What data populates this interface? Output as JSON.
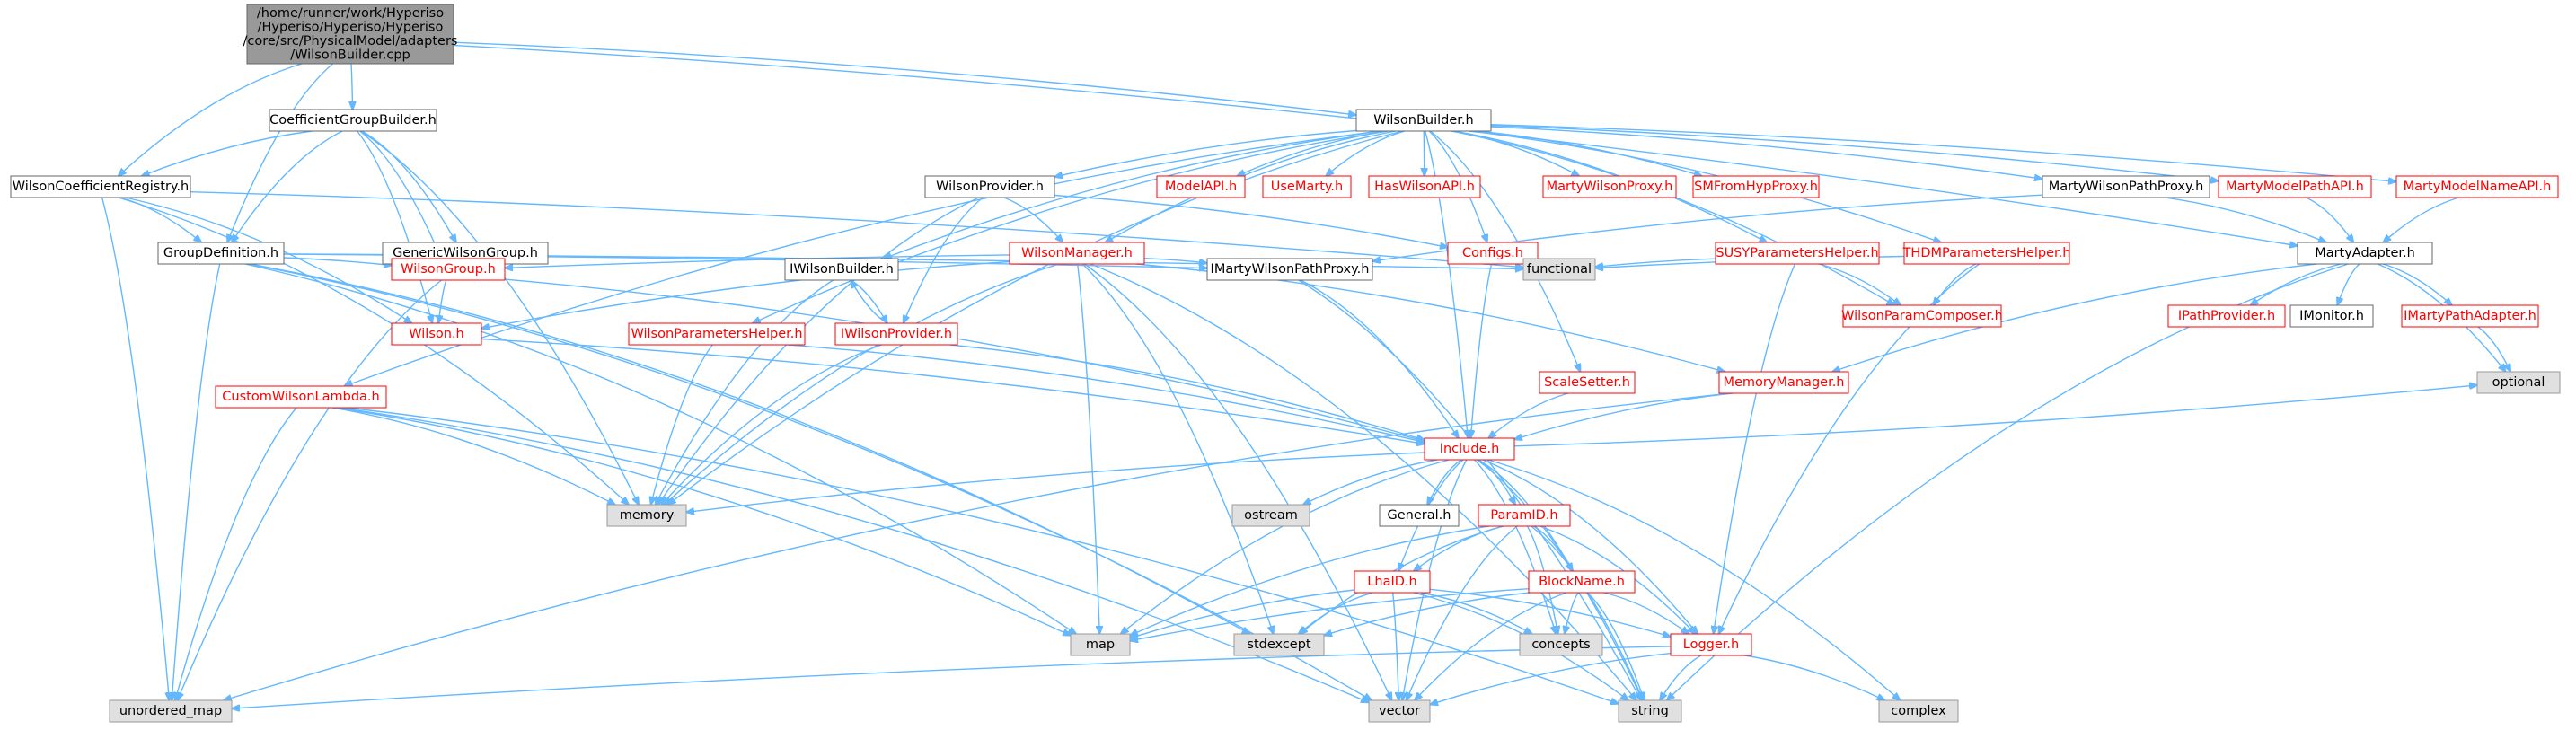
{
  "colors": {
    "edge": "#63b8ff",
    "root_fill": "#999999",
    "root_border": "#666666",
    "file_fill": "#ffffff",
    "file_border": "#666666",
    "red_border": "#ff0000",
    "red_text": "#ff0000",
    "system_fill": "#e0e0e0",
    "system_border": "#999999",
    "text": "#000000"
  },
  "nodes": [
    {
      "id": "root",
      "kind": "root",
      "lines": [
        "/home/runner/work/Hyperiso",
        "/Hyperiso/Hyperiso/Hyperiso",
        "/core/src/PhysicalModel/adapters",
        "/WilsonBuilder.cpp"
      ]
    },
    {
      "id": "CoefficientGroupBuilder",
      "kind": "file",
      "lines": [
        "CoefficientGroupBuilder.h"
      ]
    },
    {
      "id": "WilsonBuilder",
      "kind": "file",
      "lines": [
        "WilsonBuilder.h"
      ]
    },
    {
      "id": "WilsonCoefficientRegistry",
      "kind": "file",
      "lines": [
        "WilsonCoefficientRegistry.h"
      ]
    },
    {
      "id": "GroupDefinition",
      "kind": "file",
      "lines": [
        "GroupDefinition.h"
      ]
    },
    {
      "id": "GenericWilsonGroup",
      "kind": "file",
      "lines": [
        "GenericWilsonGroup.h"
      ]
    },
    {
      "id": "WilsonGroup",
      "kind": "red",
      "lines": [
        "WilsonGroup.h"
      ]
    },
    {
      "id": "Wilson",
      "kind": "red",
      "lines": [
        "Wilson.h"
      ]
    },
    {
      "id": "WilsonProvider",
      "kind": "file",
      "lines": [
        "WilsonProvider.h"
      ]
    },
    {
      "id": "WilsonManager",
      "kind": "red",
      "lines": [
        "WilsonManager.h"
      ]
    },
    {
      "id": "IWilsonBuilder",
      "kind": "file",
      "lines": [
        "IWilsonBuilder.h"
      ]
    },
    {
      "id": "IWilsonProvider",
      "kind": "red",
      "lines": [
        "IWilsonProvider.h"
      ]
    },
    {
      "id": "WilsonParametersHelper",
      "kind": "red",
      "lines": [
        "WilsonParametersHelper.h"
      ]
    },
    {
      "id": "CustomWilsonLambda",
      "kind": "red",
      "lines": [
        "CustomWilsonLambda.h"
      ]
    },
    {
      "id": "ModelAPI",
      "kind": "red",
      "lines": [
        "ModelAPI.h"
      ]
    },
    {
      "id": "UseMarty",
      "kind": "red",
      "lines": [
        "UseMarty.h"
      ]
    },
    {
      "id": "HasWilsonAPI",
      "kind": "red",
      "lines": [
        "HasWilsonAPI.h"
      ]
    },
    {
      "id": "MartyWilsonProxy",
      "kind": "red",
      "lines": [
        "MartyWilsonProxy.h"
      ]
    },
    {
      "id": "SMFromHypProxy",
      "kind": "red",
      "lines": [
        "SMFromHypProxy.h"
      ]
    },
    {
      "id": "Configs",
      "kind": "red",
      "lines": [
        "Configs.h"
      ]
    },
    {
      "id": "IMartyWilsonPathProxy",
      "kind": "file",
      "lines": [
        "IMartyWilsonPathProxy.h"
      ]
    },
    {
      "id": "functional",
      "kind": "system",
      "lines": [
        "functional"
      ]
    },
    {
      "id": "SUSYParametersHelper",
      "kind": "red",
      "lines": [
        "SUSYParametersHelper.h"
      ]
    },
    {
      "id": "THDMParametersHelper",
      "kind": "red",
      "lines": [
        "THDMParametersHelper.h"
      ]
    },
    {
      "id": "WilsonParamComposer",
      "kind": "red",
      "lines": [
        "WilsonParamComposer.h"
      ]
    },
    {
      "id": "MartyWilsonPathProxy",
      "kind": "file",
      "lines": [
        "MartyWilsonPathProxy.h"
      ]
    },
    {
      "id": "MartyModelPathAPI",
      "kind": "red",
      "lines": [
        "MartyModelPathAPI.h"
      ]
    },
    {
      "id": "MartyModelNameAPI",
      "kind": "red",
      "lines": [
        "MartyModelNameAPI.h"
      ]
    },
    {
      "id": "MartyAdapter",
      "kind": "file",
      "lines": [
        "MartyAdapter.h"
      ]
    },
    {
      "id": "IPathProvider",
      "kind": "red",
      "lines": [
        "IPathProvider.h"
      ]
    },
    {
      "id": "IMonitor",
      "kind": "file",
      "lines": [
        "IMonitor.h"
      ]
    },
    {
      "id": "IMartyPathAdapter",
      "kind": "red",
      "lines": [
        "IMartyPathAdapter.h"
      ]
    },
    {
      "id": "optional",
      "kind": "system",
      "lines": [
        "optional"
      ]
    },
    {
      "id": "ScaleSetter",
      "kind": "red",
      "lines": [
        "ScaleSetter.h"
      ]
    },
    {
      "id": "MemoryManager",
      "kind": "red",
      "lines": [
        "MemoryManager.h"
      ]
    },
    {
      "id": "Include",
      "kind": "red",
      "lines": [
        "Include.h"
      ]
    },
    {
      "id": "memory",
      "kind": "system",
      "lines": [
        "memory"
      ]
    },
    {
      "id": "ostream",
      "kind": "system",
      "lines": [
        "ostream"
      ]
    },
    {
      "id": "General",
      "kind": "file",
      "lines": [
        "General.h"
      ]
    },
    {
      "id": "ParamID",
      "kind": "red",
      "lines": [
        "ParamID.h"
      ]
    },
    {
      "id": "LhaID",
      "kind": "red",
      "lines": [
        "LhaID.h"
      ]
    },
    {
      "id": "BlockName",
      "kind": "red",
      "lines": [
        "BlockName.h"
      ]
    },
    {
      "id": "map",
      "kind": "system",
      "lines": [
        "map"
      ]
    },
    {
      "id": "stdexcept",
      "kind": "system",
      "lines": [
        "stdexcept"
      ]
    },
    {
      "id": "concepts",
      "kind": "system",
      "lines": [
        "concepts"
      ]
    },
    {
      "id": "Logger",
      "kind": "red",
      "lines": [
        "Logger.h"
      ]
    },
    {
      "id": "unordered_map",
      "kind": "system",
      "lines": [
        "unordered_map"
      ]
    },
    {
      "id": "vector",
      "kind": "system",
      "lines": [
        "vector"
      ]
    },
    {
      "id": "string",
      "kind": "system",
      "lines": [
        "string"
      ]
    },
    {
      "id": "complex",
      "kind": "system",
      "lines": [
        "complex"
      ]
    }
  ],
  "edges": [
    [
      "root",
      "CoefficientGroupBuilder"
    ],
    [
      "root",
      "WilsonBuilder"
    ],
    [
      "root",
      "WilsonCoefficientRegistry"
    ],
    [
      "root",
      "GroupDefinition"
    ],
    [
      "root",
      "MartyAdapter"
    ],
    [
      "CoefficientGroupBuilder",
      "WilsonCoefficientRegistry"
    ],
    [
      "CoefficientGroupBuilder",
      "GroupDefinition"
    ],
    [
      "CoefficientGroupBuilder",
      "GenericWilsonGroup"
    ],
    [
      "CoefficientGroupBuilder",
      "WilsonGroup"
    ],
    [
      "CoefficientGroupBuilder",
      "Wilson"
    ],
    [
      "CoefficientGroupBuilder",
      "memory"
    ],
    [
      "WilsonCoefficientRegistry",
      "GroupDefinition"
    ],
    [
      "WilsonCoefficientRegistry",
      "Wilson"
    ],
    [
      "WilsonCoefficientRegistry",
      "functional"
    ],
    [
      "WilsonCoefficientRegistry",
      "memory"
    ],
    [
      "WilsonCoefficientRegistry",
      "unordered_map"
    ],
    [
      "GroupDefinition",
      "WilsonGroup"
    ],
    [
      "GroupDefinition",
      "functional"
    ],
    [
      "GroupDefinition",
      "IMartyWilsonPathProxy"
    ],
    [
      "GroupDefinition",
      "map"
    ],
    [
      "GroupDefinition",
      "stdexcept"
    ],
    [
      "GroupDefinition",
      "unordered_map"
    ],
    [
      "GroupDefinition",
      "vector"
    ],
    [
      "GenericWilsonGroup",
      "WilsonGroup"
    ],
    [
      "WilsonGroup",
      "Wilson"
    ],
    [
      "WilsonGroup",
      "Include"
    ],
    [
      "WilsonGroup",
      "unordered_map"
    ],
    [
      "Wilson",
      "Include"
    ],
    [
      "WilsonBuilder",
      "WilsonProvider"
    ],
    [
      "WilsonBuilder",
      "ModelAPI"
    ],
    [
      "WilsonBuilder",
      "UseMarty"
    ],
    [
      "WilsonBuilder",
      "HasWilsonAPI"
    ],
    [
      "WilsonBuilder",
      "MartyWilsonProxy"
    ],
    [
      "WilsonBuilder",
      "SMFromHypProxy"
    ],
    [
      "WilsonBuilder",
      "WilsonManager"
    ],
    [
      "WilsonBuilder",
      "Configs"
    ],
    [
      "WilsonBuilder",
      "IWilsonBuilder"
    ],
    [
      "WilsonBuilder",
      "WilsonParametersHelper"
    ],
    [
      "WilsonBuilder",
      "CustomWilsonLambda"
    ],
    [
      "WilsonBuilder",
      "SUSYParametersHelper"
    ],
    [
      "WilsonBuilder",
      "THDMParametersHelper"
    ],
    [
      "WilsonBuilder",
      "WilsonParamComposer"
    ],
    [
      "WilsonBuilder",
      "MartyWilsonPathProxy"
    ],
    [
      "WilsonBuilder",
      "MartyModelPathAPI"
    ],
    [
      "WilsonBuilder",
      "MartyModelNameAPI"
    ],
    [
      "WilsonBuilder",
      "ScaleSetter"
    ],
    [
      "WilsonBuilder",
      "Include"
    ],
    [
      "WilsonBuilder",
      "memory"
    ],
    [
      "WilsonProvider",
      "WilsonManager"
    ],
    [
      "WilsonProvider",
      "IWilsonProvider"
    ],
    [
      "WilsonProvider",
      "Configs"
    ],
    [
      "WilsonProvider",
      "memory"
    ],
    [
      "WilsonManager",
      "WilsonGroup"
    ],
    [
      "WilsonManager",
      "Wilson"
    ],
    [
      "WilsonManager",
      "IMartyWilsonPathProxy"
    ],
    [
      "WilsonManager",
      "MemoryManager"
    ],
    [
      "WilsonManager",
      "memory"
    ],
    [
      "WilsonManager",
      "map"
    ],
    [
      "WilsonManager",
      "stdexcept"
    ],
    [
      "WilsonManager",
      "vector"
    ],
    [
      "WilsonManager",
      "string"
    ],
    [
      "IWilsonBuilder",
      "IWilsonProvider"
    ],
    [
      "IWilsonBuilder",
      "memory"
    ],
    [
      "IWilsonProvider",
      "IWilsonBuilder"
    ],
    [
      "IWilsonProvider",
      "Include"
    ],
    [
      "IWilsonProvider",
      "memory"
    ],
    [
      "WilsonParametersHelper",
      "Include"
    ],
    [
      "WilsonParametersHelper",
      "memory"
    ],
    [
      "CustomWilsonLambda",
      "memory"
    ],
    [
      "CustomWilsonLambda",
      "map"
    ],
    [
      "CustomWilsonLambda",
      "unordered_map"
    ],
    [
      "CustomWilsonLambda",
      "vector"
    ],
    [
      "CustomWilsonLambda",
      "string"
    ],
    [
      "Configs",
      "Include"
    ],
    [
      "IMartyWilsonPathProxy",
      "Include"
    ],
    [
      "IMartyWilsonPathProxy",
      "string"
    ],
    [
      "SUSYParametersHelper",
      "functional"
    ],
    [
      "SUSYParametersHelper",
      "WilsonParamComposer"
    ],
    [
      "SUSYParametersHelper",
      "Logger"
    ],
    [
      "THDMParametersHelper",
      "functional"
    ],
    [
      "THDMParametersHelper",
      "WilsonParamComposer"
    ],
    [
      "THDMParametersHelper",
      "Logger"
    ],
    [
      "MartyWilsonPathProxy",
      "IMartyWilsonPathProxy"
    ],
    [
      "MartyWilsonPathProxy",
      "MartyAdapter"
    ],
    [
      "MartyModelPathAPI",
      "MartyAdapter"
    ],
    [
      "MartyModelNameAPI",
      "MartyAdapter"
    ],
    [
      "MartyAdapter",
      "IPathProvider"
    ],
    [
      "MartyAdapter",
      "IMonitor"
    ],
    [
      "MartyAdapter",
      "IMartyPathAdapter"
    ],
    [
      "MartyAdapter",
      "MemoryManager"
    ],
    [
      "MartyAdapter",
      "optional"
    ],
    [
      "MartyAdapter",
      "string"
    ],
    [
      "IMartyPathAdapter",
      "optional"
    ],
    [
      "ScaleSetter",
      "Include"
    ],
    [
      "MemoryManager",
      "Include"
    ],
    [
      "MemoryManager",
      "unordered_map"
    ],
    [
      "Include",
      "memory"
    ],
    [
      "Include",
      "ostream"
    ],
    [
      "Include",
      "General"
    ],
    [
      "Include",
      "ParamID"
    ],
    [
      "Include",
      "LhaID"
    ],
    [
      "Include",
      "BlockName"
    ],
    [
      "Include",
      "map"
    ],
    [
      "Include",
      "concepts"
    ],
    [
      "Include",
      "Logger"
    ],
    [
      "Include",
      "vector"
    ],
    [
      "Include",
      "string"
    ],
    [
      "Include",
      "complex"
    ],
    [
      "Include",
      "optional"
    ],
    [
      "ParamID",
      "LhaID"
    ],
    [
      "ParamID",
      "BlockName"
    ],
    [
      "ParamID",
      "map"
    ],
    [
      "ParamID",
      "stdexcept"
    ],
    [
      "ParamID",
      "concepts"
    ],
    [
      "ParamID",
      "Logger"
    ],
    [
      "ParamID",
      "vector"
    ],
    [
      "ParamID",
      "string"
    ],
    [
      "LhaID",
      "map"
    ],
    [
      "LhaID",
      "stdexcept"
    ],
    [
      "LhaID",
      "concepts"
    ],
    [
      "LhaID",
      "Logger"
    ],
    [
      "LhaID",
      "vector"
    ],
    [
      "LhaID",
      "string"
    ],
    [
      "BlockName",
      "map"
    ],
    [
      "BlockName",
      "stdexcept"
    ],
    [
      "BlockName",
      "concepts"
    ],
    [
      "BlockName",
      "Logger"
    ],
    [
      "BlockName",
      "vector"
    ],
    [
      "BlockName",
      "string"
    ],
    [
      "Logger",
      "unordered_map"
    ],
    [
      "Logger",
      "vector"
    ],
    [
      "Logger",
      "string"
    ],
    [
      "Logger",
      "complex"
    ]
  ]
}
